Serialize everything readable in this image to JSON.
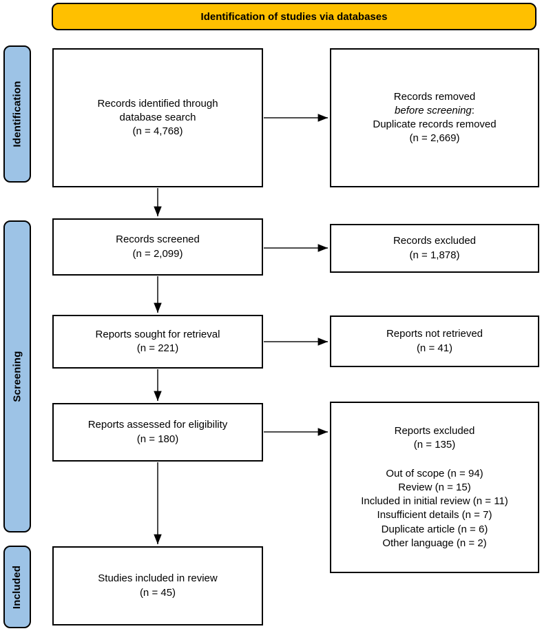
{
  "header": {
    "title": "Identification of studies via databases"
  },
  "sidebar": {
    "identification": "Identification",
    "screening": "Screening",
    "included": "Included"
  },
  "boxes": {
    "identified": {
      "lines": [
        "Records identified through",
        "database search",
        "(n = 4,768)"
      ]
    },
    "removed": {
      "line1": "Records removed",
      "line2_italic": "before screening",
      "line2_suffix": ":",
      "line3": "Duplicate records removed",
      "line4": "(n = 2,669)"
    },
    "screened": {
      "lines": [
        "Records screened",
        "(n = 2,099)"
      ]
    },
    "records_excluded": {
      "lines": [
        "Records excluded",
        "(n = 1,878)"
      ]
    },
    "sought": {
      "lines": [
        "Reports sought for retrieval",
        "(n = 221)"
      ]
    },
    "not_retrieved": {
      "lines": [
        "Reports not retrieved",
        "(n = 41)"
      ]
    },
    "assessed": {
      "lines": [
        "Reports assessed for eligibility",
        "(n = 180)"
      ]
    },
    "reports_excluded": {
      "title": "Reports excluded",
      "count": "(n = 135)",
      "reasons": [
        "Out of scope (n = 94)",
        "Review (n = 15)",
        "Included in initial review (n = 11)",
        "Insufficient details (n = 7)",
        "Duplicate article (n = 6)",
        "Other language (n = 2)"
      ]
    },
    "included_studies": {
      "lines": [
        "Studies included in review",
        "(n = 45)"
      ]
    }
  },
  "colors": {
    "header_bg": "#FFC000",
    "sidebar_bg": "#9DC3E6",
    "border": "#000000",
    "arrow": "#333333"
  }
}
